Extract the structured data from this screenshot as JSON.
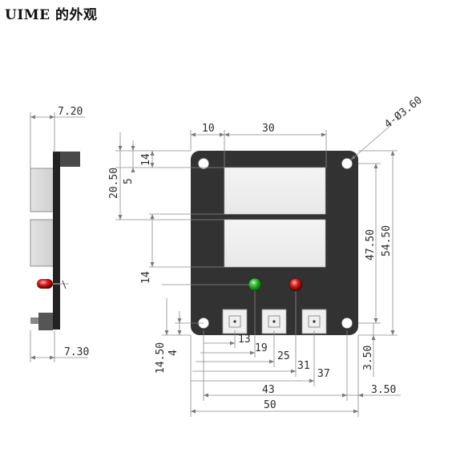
{
  "title": "UIME 的外观",
  "side_view": {
    "top_thickness": "7.20",
    "bottom_thickness": "7.30"
  },
  "front_view": {
    "width_labels": [
      "10",
      "30"
    ],
    "hole_spec": "4-Ø3.60",
    "height_labels": [
      "14",
      "20.50",
      "5",
      "14",
      "14.50",
      "4"
    ],
    "right_labels": [
      "47.50",
      "54.50",
      "3.50"
    ],
    "bottom_labels": [
      "13",
      "19",
      "25",
      "31",
      "37",
      "43",
      "50",
      "3.50"
    ]
  },
  "colors": {
    "board": "#323232",
    "panel": "#f2f2f2",
    "led_green": "#2fb52f",
    "led_red": "#d41c1c",
    "dim_line": "#8a8a8a"
  }
}
